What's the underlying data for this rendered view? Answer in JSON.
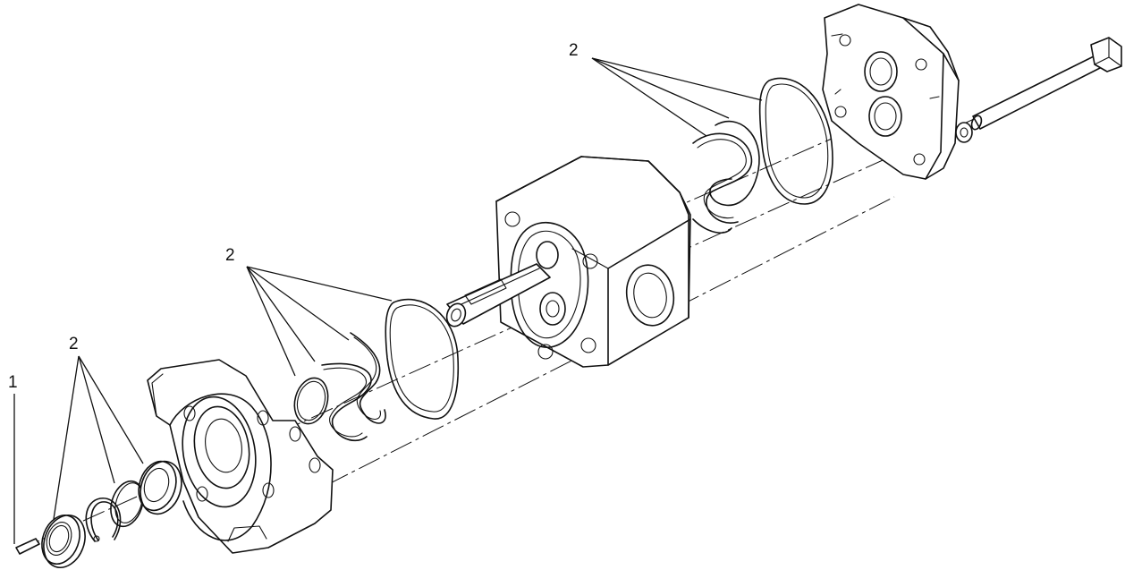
{
  "callouts": [
    {
      "id": "key",
      "label": "1"
    },
    {
      "id": "seal-kit-front",
      "label": "2"
    },
    {
      "id": "seal-kit-front-plate",
      "label": "2"
    },
    {
      "id": "seal-kit-rear-plate",
      "label": "2"
    }
  ]
}
